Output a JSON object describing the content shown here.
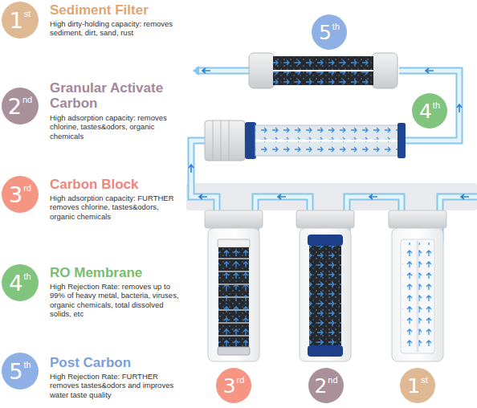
{
  "diagram": {
    "nodes": [
      {
        "text": [
          "1",
          "st"
        ]
      },
      {
        "text": [
          "2",
          "nd"
        ]
      },
      {
        "text": [
          "3",
          "rd"
        ]
      },
      {
        "text": [
          "4",
          "th"
        ]
      },
      {
        "text": [
          "5",
          "th"
        ]
      },
      {
        "text": [
          "5",
          "th"
        ]
      },
      {
        "text": [
          "4",
          "th"
        ]
      },
      {
        "text": [
          "3",
          "rd"
        ]
      },
      {
        "text": [
          "2",
          "nd"
        ]
      },
      {
        "text": [
          "1",
          "st"
        ]
      }
    ],
    "labels": [
      "Sediment Filter",
      "High dirty-holding capacity: removes sediment, dirt, sand, rust",
      "Granular Activate Carbon",
      "High adsorption capacity: removes chlorine, tastes&odors, organic chemicals",
      "Carbon Block",
      "High adsorption capacity: FURTHER removes chlorine, tastes&odors, organic chemicals",
      "RO Membrane",
      "High Rejection Rate: removes up to 99% of heavy metal, bacteria, viruses, organic chemicals, total dissolved solids, etc",
      "Post Carbon",
      "High Rejection Rate: FURTHER removes tastes&odors and improves water taste quality"
    ]
  }
}
